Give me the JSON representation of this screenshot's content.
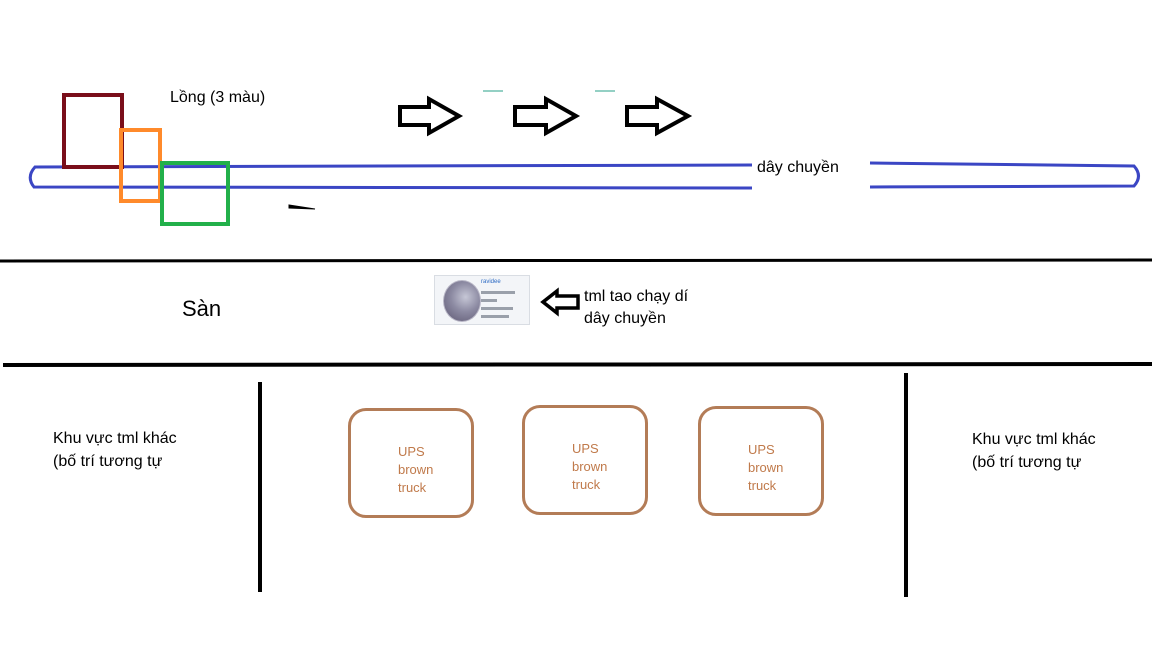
{
  "cage_label": "Lồng (3 màu)",
  "conveyor_label": "dây chuyền",
  "floor_label": "Sàn",
  "pointer_note_line1": "tml tao chạy dí",
  "pointer_note_line2": "dây chuyền",
  "avatar_name": "ravidee",
  "left_area_line1": "Khu vực tml khác",
  "left_area_line2": "(bố trí tương tự",
  "right_area_line1": "Khu vực tml khác",
  "right_area_line2": "(bố trí tương tự",
  "trucks": [
    "UPS\nbrown\ntruck",
    "UPS\nbrown\ntruck",
    "UPS\nbrown\ntruck"
  ],
  "colors": {
    "cage_dark_red": "#7a0e1a",
    "cage_orange": "#ff8a2b",
    "cage_green": "#22b04a",
    "conveyor_blue": "#3b46c4",
    "truck_border": "#b37c57",
    "truck_text": "#c07a4b",
    "teal_dash": "#2aa089"
  }
}
